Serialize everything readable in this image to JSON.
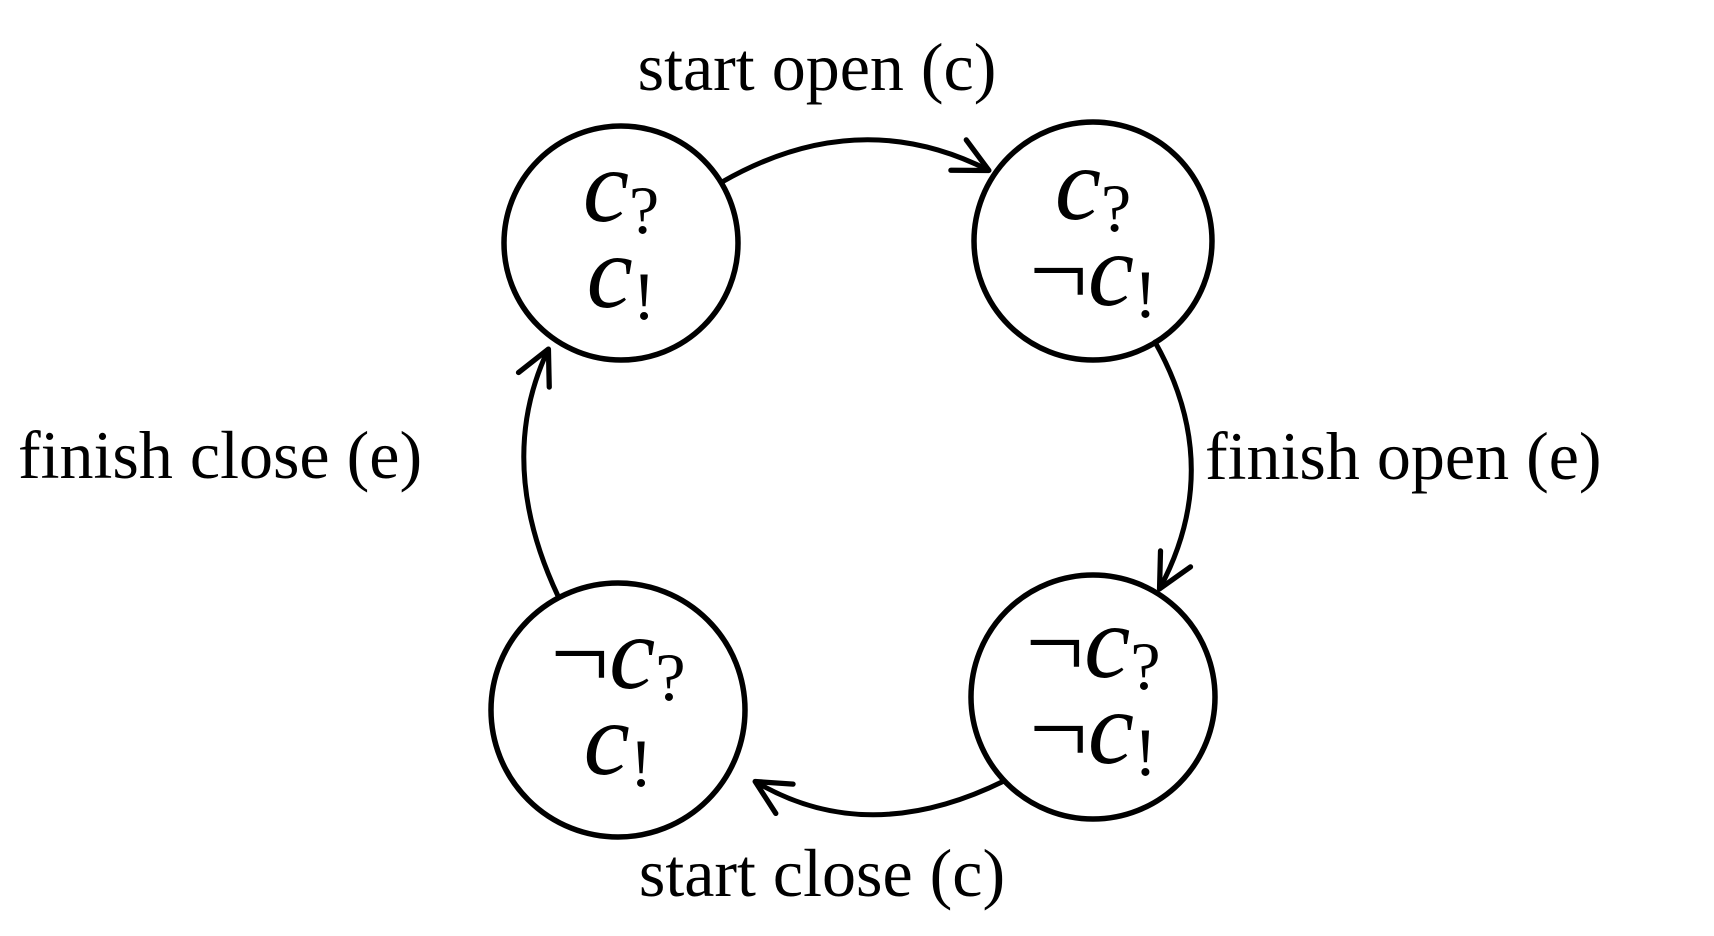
{
  "diagram": {
    "type": "state-machine-cycle",
    "colors": {
      "ink": "#000000",
      "background": "#ffffff"
    },
    "edges": {
      "top": "start open (c)",
      "right": "finish open (e)",
      "bottom": "start close (c)",
      "left": "finish close (e)"
    },
    "states": {
      "top_left": {
        "l1_neg": "",
        "l1_var": "c",
        "l1_mark": "?",
        "l2_neg": "",
        "l2_var": "c",
        "l2_mark": "!"
      },
      "top_right": {
        "l1_neg": "",
        "l1_var": "c",
        "l1_mark": "?",
        "l2_neg": "¬",
        "l2_var": "c",
        "l2_mark": "!"
      },
      "bottom_left": {
        "l1_neg": "¬",
        "l1_var": "c",
        "l1_mark": "?",
        "l2_neg": "",
        "l2_var": "c",
        "l2_mark": "!"
      },
      "bottom_right": {
        "l1_neg": "¬",
        "l1_var": "c",
        "l1_mark": "?",
        "l2_neg": "¬",
        "l2_var": "c",
        "l2_mark": "!"
      }
    },
    "transitions": [
      {
        "from": "top_left",
        "to": "top_right",
        "label": "start open (c)"
      },
      {
        "from": "top_right",
        "to": "bottom_right",
        "label": "finish open (e)"
      },
      {
        "from": "bottom_right",
        "to": "bottom_left",
        "label": "start close (c)"
      },
      {
        "from": "bottom_left",
        "to": "top_left",
        "label": "finish close (e)"
      }
    ]
  }
}
